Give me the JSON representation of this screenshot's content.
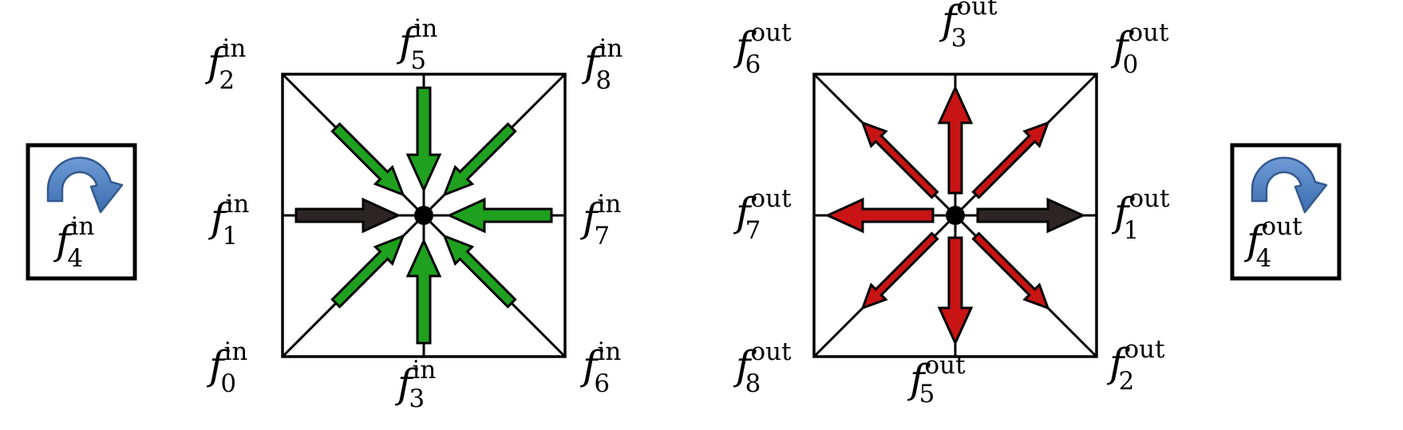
{
  "colors": {
    "inflow": "#1fa01f",
    "outflow": "#c81414",
    "highlight": "#2b2526",
    "rest_arrow": "#4f7fbd",
    "stroke": "#000000"
  },
  "rest_boxes": {
    "left": {
      "icon": "curved-arrow-icon",
      "symbol": "f",
      "superscript": "in",
      "subscript": "4"
    },
    "right": {
      "icon": "curved-arrow-icon",
      "symbol": "f",
      "superscript": "out",
      "subscript": "4"
    }
  },
  "in_cell": {
    "labels": {
      "top_left": {
        "symbol": "f",
        "superscript": "in",
        "subscript": "2"
      },
      "top": {
        "symbol": "f",
        "superscript": "in",
        "subscript": "5"
      },
      "top_right": {
        "symbol": "f",
        "superscript": "in",
        "subscript": "8"
      },
      "left": {
        "symbol": "f",
        "superscript": "in",
        "subscript": "1"
      },
      "right": {
        "symbol": "f",
        "superscript": "in",
        "subscript": "7"
      },
      "bottom_left": {
        "symbol": "f",
        "superscript": "in",
        "subscript": "0"
      },
      "bottom": {
        "symbol": "f",
        "superscript": "in",
        "subscript": "3"
      },
      "bottom_right": {
        "symbol": "f",
        "superscript": "in",
        "subscript": "6"
      }
    },
    "arrow_direction": "inward",
    "highlighted_arrow": "left"
  },
  "out_cell": {
    "labels": {
      "top_left": {
        "symbol": "f",
        "superscript": "out",
        "subscript": "6"
      },
      "top": {
        "symbol": "f",
        "superscript": "out",
        "subscript": "3"
      },
      "top_right": {
        "symbol": "f",
        "superscript": "out",
        "subscript": "0"
      },
      "left": {
        "symbol": "f",
        "superscript": "out",
        "subscript": "7"
      },
      "right": {
        "symbol": "f",
        "superscript": "out",
        "subscript": "1"
      },
      "bottom_left": {
        "symbol": "f",
        "superscript": "out",
        "subscript": "8"
      },
      "bottom": {
        "symbol": "f",
        "superscript": "out",
        "subscript": "5"
      },
      "bottom_right": {
        "symbol": "f",
        "superscript": "out",
        "subscript": "2"
      }
    },
    "arrow_direction": "outward",
    "highlighted_arrow": "right"
  }
}
